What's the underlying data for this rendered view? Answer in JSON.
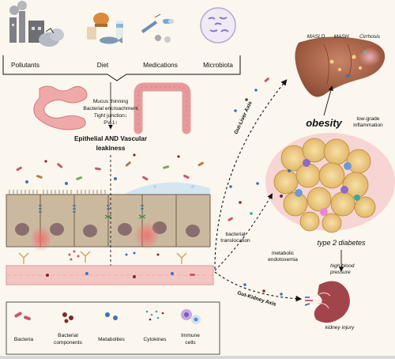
{
  "exposures": {
    "pollutants": "Pollutants",
    "diet": "Diet",
    "medications": "Medications",
    "microbiota": "Microbiota"
  },
  "mechanisms": [
    "Mucus thinning",
    "Bacterial encroachment",
    "Tight junction↓",
    "PV-1↑"
  ],
  "leakiness_title_1": "Epithelial AND Vascular",
  "leakiness_title_2": "leakiness",
  "liver_stages": [
    "MASLD",
    "MASH",
    "Cirrhosis"
  ],
  "axes": {
    "gut_liver": "Gut-Liver Axis",
    "gut_kidney": "Gut-Kidney Axis"
  },
  "outcomes": {
    "obesity": "obesity",
    "low_grade_1": "low-grade",
    "low_grade_2": "inflammation",
    "type2": "type 2 diabetes",
    "bp_1": "high blood",
    "bp_2": "pressure",
    "kidney": "kidney injury",
    "translocation_1": "bacterial",
    "translocation_2": "translocation",
    "endotoxemia_1": "metabolic",
    "endotoxemia_2": "endotoxemia"
  },
  "legend": [
    {
      "label_1": "Bacteria",
      "label_2": ""
    },
    {
      "label_1": "Bacterial",
      "label_2": "components"
    },
    {
      "label_1": "Metabolites",
      "label_2": ""
    },
    {
      "label_1": "Cytokines",
      "label_2": ""
    },
    {
      "label_1": "Immune",
      "label_2": "cells"
    }
  ],
  "colors": {
    "background": "#fbf6ee",
    "epithelium": "#c9b89f",
    "vessel": "#f3c6c4",
    "liver": "#b06a4a",
    "adipose": "#f0d48c",
    "kidney": "#a2454a",
    "bacteria": "#c25a6e",
    "metabolite": "#3c72b8"
  }
}
